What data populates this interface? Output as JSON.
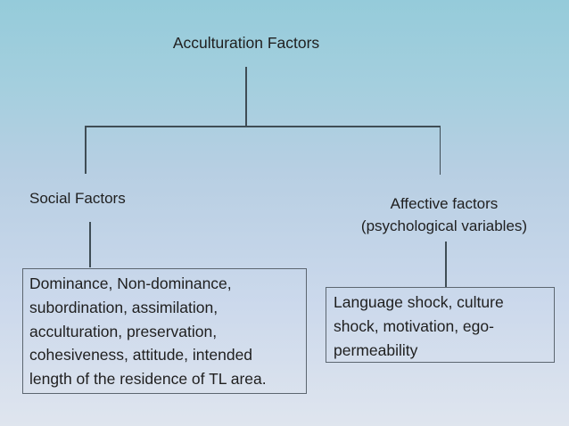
{
  "diagram": {
    "title": "Acculturation Factors",
    "left_branch": {
      "label": "Social Factors",
      "box_lines": [
        "Dominance, Non-dominance,",
        "subordination, assimilation,",
        "acculturation, preservation,",
        "cohesiveness, attitude, intended",
        "length of the residence of TL area."
      ]
    },
    "right_branch": {
      "label_line1": "Affective factors",
      "label_line2": "(psychological variables)",
      "box_lines": [
        "Language shock, culture",
        "shock, motivation, ego-",
        "permeability"
      ]
    },
    "colors": {
      "background_top": "#95cbda",
      "background_mid": "#b8cfe3",
      "background_bottom": "#dfe5ee",
      "connector": "#3f4d55",
      "box_border": "#5c6670",
      "text": "#1f1f1f"
    }
  }
}
